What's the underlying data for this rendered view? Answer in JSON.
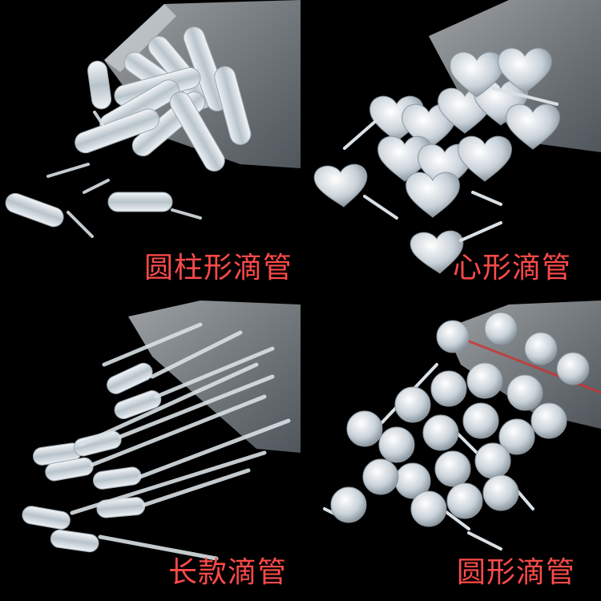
{
  "panels": [
    {
      "caption": "圆柱形滴管"
    },
    {
      "caption": "心形滴管"
    },
    {
      "caption": "长款滴管"
    },
    {
      "caption": "圆形滴管"
    }
  ],
  "colors": {
    "caption": "#ff4a4a",
    "background": "#000000"
  }
}
